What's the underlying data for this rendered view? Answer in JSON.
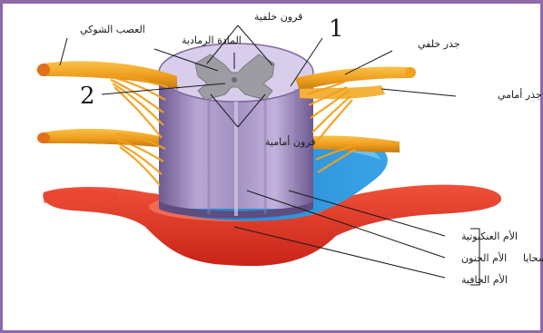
{
  "labels": {
    "spinal_nerve": "العصب الشوكي",
    "grey_matter": "المادة الرمادية",
    "posterior_horns": "قرون خلفية",
    "anterior_horns": "قرون أمامية",
    "posterior_root": "جذر خلفي",
    "anterior_root": "جذر أمامي",
    "arachnoid": "الأم العنكبوتية",
    "pia_mater": "الأم الحنون",
    "dura_mater": "الأم الجافية",
    "meninges": "السحايا",
    "marker_1": "1",
    "marker_2": "2"
  },
  "colors": {
    "frame": "#8e6aa8",
    "nerve": "#f2a11c",
    "cord": "#a48fc0",
    "grey_matter": "#a9a9ad",
    "arachnoid": "#2a8fd6",
    "dura": "#e2362a"
  }
}
